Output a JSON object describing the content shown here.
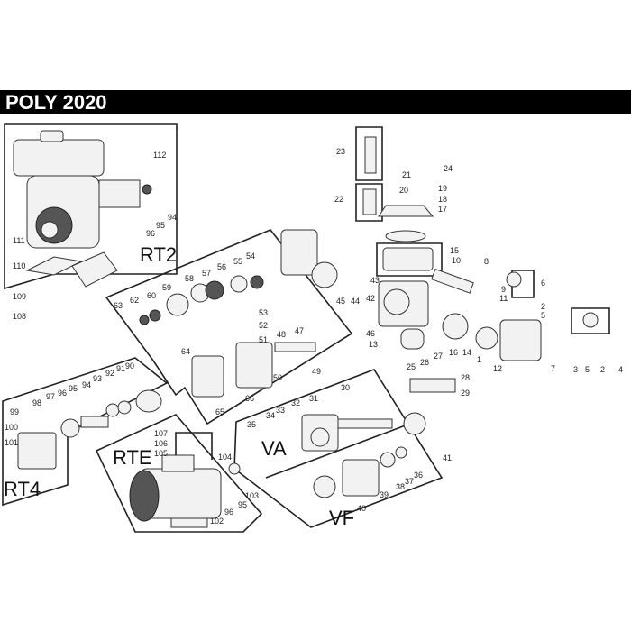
{
  "title": "POLY 2020",
  "groups": {
    "rt2": "RT2",
    "rt4": "RT4",
    "rte": "RTE",
    "va": "VA",
    "vf": "VF"
  },
  "callouts": [
    "112",
    "94",
    "95",
    "96",
    "111",
    "110",
    "109",
    "108",
    "63",
    "62",
    "60",
    "59",
    "58",
    "57",
    "56",
    "55",
    "54",
    "53",
    "52",
    "51",
    "48",
    "47",
    "64",
    "65",
    "66",
    "50",
    "49",
    "90",
    "91",
    "92",
    "93",
    "94",
    "95",
    "96",
    "97",
    "98",
    "99",
    "100",
    "101",
    "107",
    "106",
    "105",
    "104",
    "103",
    "95",
    "96",
    "102",
    "35",
    "34",
    "33",
    "32",
    "31",
    "30",
    "41",
    "36",
    "37",
    "38",
    "39",
    "40",
    "23",
    "22",
    "21",
    "20",
    "24",
    "19",
    "18",
    "17",
    "15",
    "10",
    "8",
    "9",
    "11",
    "6",
    "2",
    "5",
    "43",
    "45",
    "44",
    "42",
    "46",
    "13",
    "25",
    "26",
    "27",
    "16",
    "14",
    "1",
    "12",
    "7",
    "3",
    "5",
    "2",
    "4",
    "28",
    "29"
  ]
}
